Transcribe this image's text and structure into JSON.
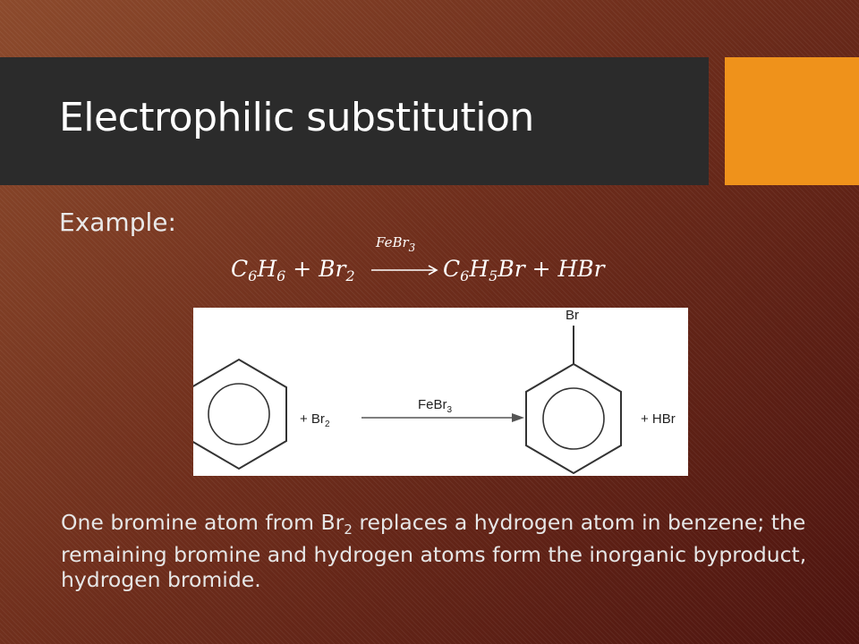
{
  "slide": {
    "title": "Electrophilic substitution",
    "example_label": "Example:",
    "equation": {
      "reactant1": "C",
      "reactant1_sub1": "6",
      "reactant1_h": "H",
      "reactant1_sub2": "6",
      "plus1": " + ",
      "reactant2": "Br",
      "reactant2_sub": "2",
      "catalyst": "FeBr",
      "catalyst_sub": "3",
      "product1": "C",
      "product1_sub1": "6",
      "product1_h": "H",
      "product1_sub2": "5",
      "product1_br": "Br",
      "plus2": " + ",
      "product2": "HBr"
    },
    "diagram": {
      "plus_br2": "+ Br",
      "plus_br2_sub": "2",
      "catalyst": "FeBr",
      "catalyst_sub": "3",
      "substituent": "Br",
      "plus_hbr": "+ HBr"
    },
    "body": {
      "part1": "One bromine atom from Br",
      "sub": "2",
      "part2": " replaces a hydrogen atom in benzene; the remaining bromine and hydrogen atoms form the inorganic byproduct, hydrogen bromide."
    }
  },
  "colors": {
    "title_bar": "#2b2b2b",
    "accent": "#ef921b",
    "background_top": "#8c4a2c",
    "background_bottom": "#4e140f"
  }
}
